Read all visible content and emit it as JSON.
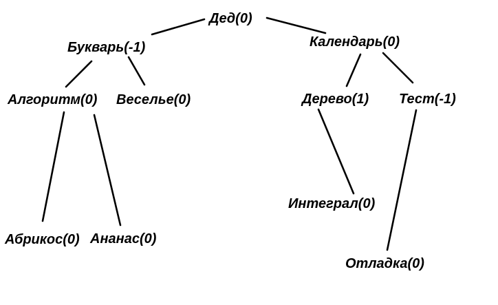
{
  "diagram": {
    "nodes": [
      {
        "id": "root",
        "label": "Дед(0)"
      },
      {
        "id": "bukvar",
        "label": "Букварь(-1)"
      },
      {
        "id": "kalendar",
        "label": "Календарь(0)"
      },
      {
        "id": "algoritm",
        "label": "Алгоритм(0)"
      },
      {
        "id": "vesele",
        "label": "Веселье(0)"
      },
      {
        "id": "derevo",
        "label": "Дерево(1)"
      },
      {
        "id": "test",
        "label": "Тест(-1)"
      },
      {
        "id": "integral",
        "label": "Интеграл(0)"
      },
      {
        "id": "abrikos",
        "label": "Абрикос(0)"
      },
      {
        "id": "ananas",
        "label": "Ананас(0)"
      },
      {
        "id": "otladka",
        "label": "Отладка(0)"
      }
    ],
    "edges": [
      {
        "from": "root",
        "to": "bukvar"
      },
      {
        "from": "root",
        "to": "kalendar"
      },
      {
        "from": "bukvar",
        "to": "algoritm"
      },
      {
        "from": "bukvar",
        "to": "vesele"
      },
      {
        "from": "kalendar",
        "to": "derevo"
      },
      {
        "from": "kalendar",
        "to": "test"
      },
      {
        "from": "algoritm",
        "to": "abrikos"
      },
      {
        "from": "algoritm",
        "to": "ananas"
      },
      {
        "from": "derevo",
        "to": "integral"
      },
      {
        "from": "test",
        "to": "otladka"
      }
    ]
  }
}
